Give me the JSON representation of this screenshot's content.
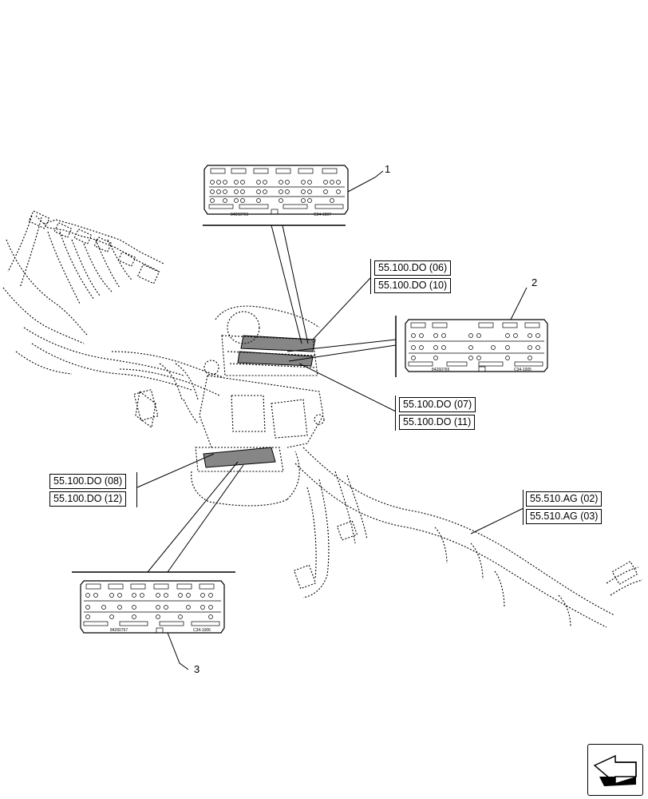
{
  "callouts": {
    "c1": "1",
    "c2": "2",
    "c3": "3"
  },
  "ref_groups": {
    "top": [
      "55.100.DO (06)",
      "55.100.DO (10)"
    ],
    "middle": [
      "55.100.DO (07)",
      "55.100.DO (11)"
    ],
    "left": [
      "55.100.DO (08)",
      "55.100.DO (12)"
    ],
    "right": [
      "55.510.AG (02)",
      "55.510.AG (03)"
    ]
  },
  "connectors": {
    "c1": {
      "part": "84260766",
      "code": "C34-1007"
    },
    "c2": {
      "part": "84260765",
      "code": "C34-1005"
    },
    "c3": {
      "part": "84260767",
      "code": "C34-1006"
    }
  },
  "nav_icon": "next-page-arrow-icon"
}
